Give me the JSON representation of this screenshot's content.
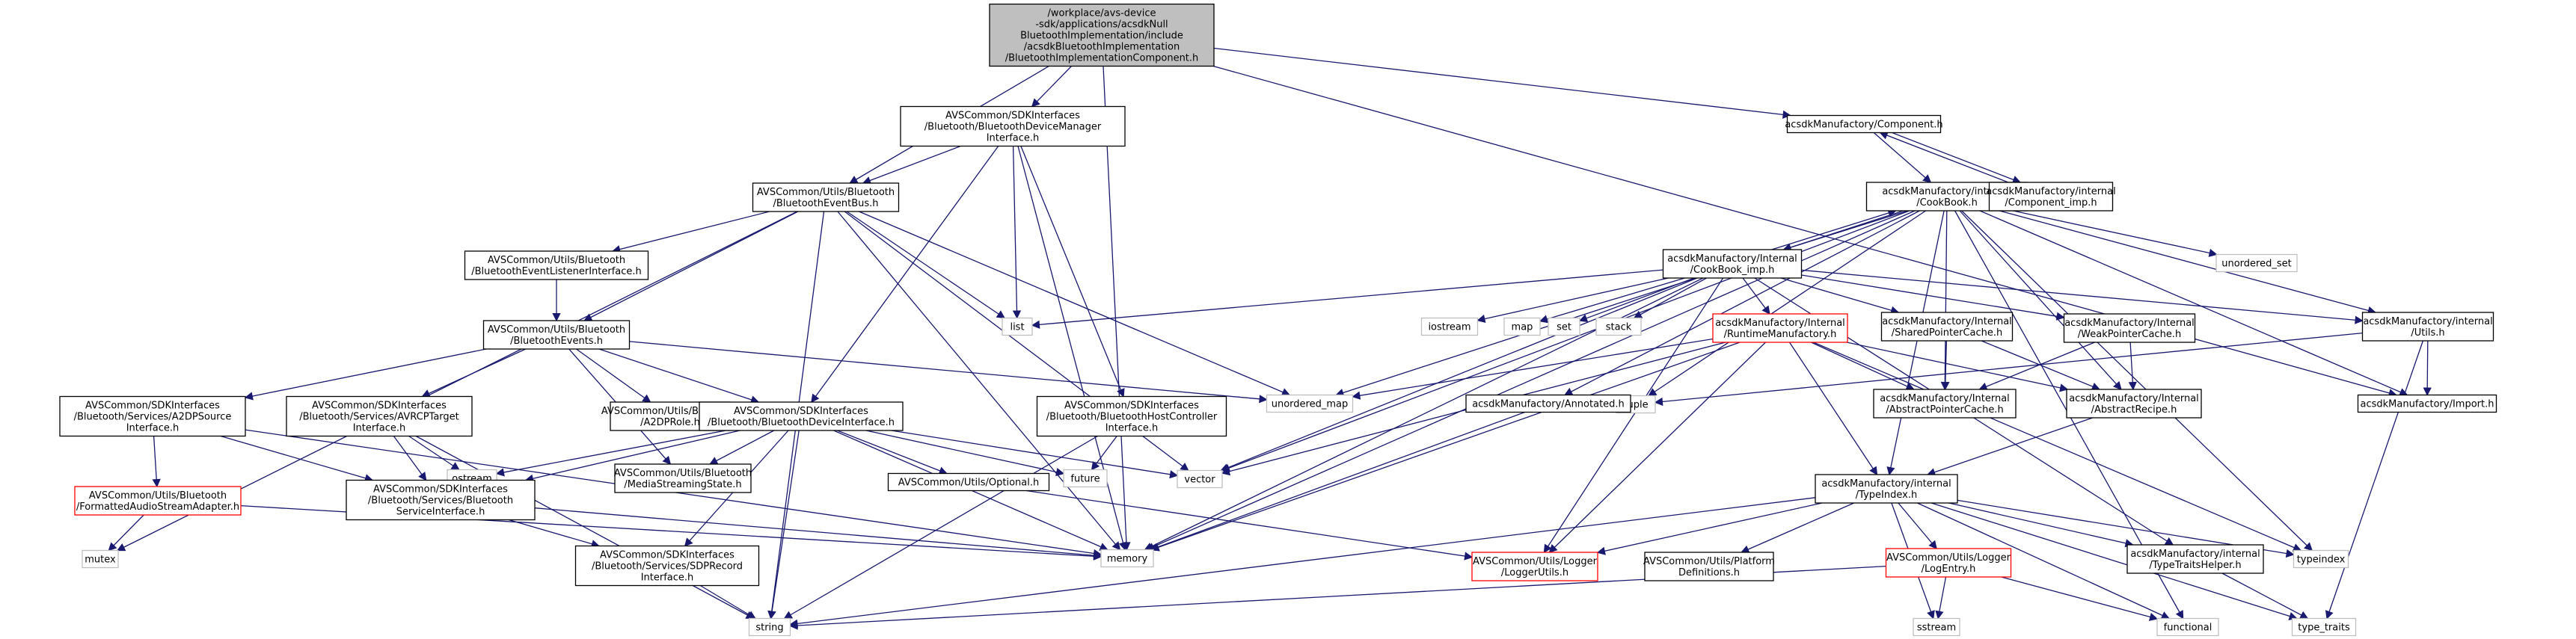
{
  "colors": {
    "root_fill": "#bfbfbf",
    "node_fill": "#ffffff",
    "node_border": "#000000",
    "missing_border": "#bfbfbf",
    "truncated_border": "#ff0000",
    "edge": "#191970"
  },
  "nodes": [
    {
      "id": "root",
      "kind": "root",
      "label": [
        "/workplace/avs-device",
        "-sdk/applications/acsdkNull",
        "BluetoothImplementation/include",
        "/acsdkBluetoothImplementation",
        "/BluetoothImplementationComponent.h"
      ]
    },
    {
      "id": "devmgr",
      "kind": "normal",
      "label": [
        "AVSCommon/SDKInterfaces",
        "/Bluetooth/BluetoothDeviceManager",
        "Interface.h"
      ]
    },
    {
      "id": "component",
      "kind": "normal",
      "label": [
        "acsdkManufactory/Component.h"
      ]
    },
    {
      "id": "eventbus",
      "kind": "normal",
      "label": [
        "AVSCommon/Utils/Bluetooth",
        "/BluetoothEventBus.h"
      ]
    },
    {
      "id": "cookbook",
      "kind": "normal",
      "label": [
        "acsdkManufactory/internal",
        "/CookBook.h"
      ]
    },
    {
      "id": "component_imp",
      "kind": "normal",
      "label": [
        "acsdkManufactory/internal",
        "/Component_imp.h"
      ]
    },
    {
      "id": "listener",
      "kind": "normal",
      "label": [
        "AVSCommon/Utils/Bluetooth",
        "/BluetoothEventListenerInterface.h"
      ]
    },
    {
      "id": "cookbook_imp",
      "kind": "normal",
      "label": [
        "acsdkManufactory/Internal",
        "/CookBook_imp.h"
      ]
    },
    {
      "id": "list",
      "kind": "missing",
      "label": [
        "list"
      ]
    },
    {
      "id": "unordered_set",
      "kind": "missing",
      "label": [
        "unordered_set"
      ]
    },
    {
      "id": "events",
      "kind": "normal",
      "label": [
        "AVSCommon/Utils/Bluetooth",
        "/BluetoothEvents.h"
      ]
    },
    {
      "id": "iostream",
      "kind": "missing",
      "label": [
        "iostream"
      ]
    },
    {
      "id": "map",
      "kind": "missing",
      "label": [
        "map"
      ]
    },
    {
      "id": "set",
      "kind": "missing",
      "label": [
        "set"
      ]
    },
    {
      "id": "stack",
      "kind": "missing",
      "label": [
        "stack"
      ]
    },
    {
      "id": "runtime",
      "kind": "truncated",
      "label": [
        "acsdkManufactory/Internal",
        "/RuntimeManufactory.h"
      ]
    },
    {
      "id": "sharedcache",
      "kind": "normal",
      "label": [
        "acsdkManufactory/Internal",
        "/SharedPointerCache.h"
      ]
    },
    {
      "id": "weakcache",
      "kind": "normal",
      "label": [
        "acsdkManufactory/Internal",
        "/WeakPointerCache.h"
      ]
    },
    {
      "id": "utils",
      "kind": "normal",
      "label": [
        "acsdkManufactory/internal",
        "/Utils.h"
      ]
    },
    {
      "id": "a2dpsource",
      "kind": "normal",
      "label": [
        "AVSCommon/SDKInterfaces",
        "/Bluetooth/Services/A2DPSource",
        "Interface.h"
      ]
    },
    {
      "id": "avrcp",
      "kind": "normal",
      "label": [
        "AVSCommon/SDKInterfaces",
        "/Bluetooth/Services/AVRCPTarget",
        "Interface.h"
      ]
    },
    {
      "id": "a2dprole",
      "kind": "normal",
      "label": [
        "AVSCommon/Utils/Bluetooth",
        "/A2DPRole.h"
      ]
    },
    {
      "id": "devintf",
      "kind": "normal",
      "label": [
        "AVSCommon/SDKInterfaces",
        "/Bluetooth/BluetoothDeviceInterface.h"
      ]
    },
    {
      "id": "hostctrl",
      "kind": "normal",
      "label": [
        "AVSCommon/SDKInterfaces",
        "/Bluetooth/BluetoothHostController",
        "Interface.h"
      ]
    },
    {
      "id": "unordered_map",
      "kind": "missing",
      "label": [
        "unordered_map"
      ]
    },
    {
      "id": "tuple",
      "kind": "missing",
      "label": [
        "tuple"
      ]
    },
    {
      "id": "annotated",
      "kind": "normal",
      "label": [
        "acsdkManufactory/Annotated.h"
      ]
    },
    {
      "id": "abscache",
      "kind": "normal",
      "label": [
        "acsdkManufactory/Internal",
        "/AbstractPointerCache.h"
      ]
    },
    {
      "id": "absrecipe",
      "kind": "normal",
      "label": [
        "acsdkManufactory/Internal",
        "/AbstractRecipe.h"
      ]
    },
    {
      "id": "import",
      "kind": "normal",
      "label": [
        "acsdkManufactory/Import.h"
      ]
    },
    {
      "id": "fmtadapter",
      "kind": "truncated",
      "label": [
        "AVSCommon/Utils/Bluetooth",
        "/FormattedAudioStreamAdapter.h"
      ]
    },
    {
      "id": "ostream",
      "kind": "missing",
      "label": [
        "ostream"
      ]
    },
    {
      "id": "btservice",
      "kind": "normal",
      "label": [
        "AVSCommon/SDKInterfaces",
        "/Bluetooth/Services/Bluetooth",
        "ServiceInterface.h"
      ]
    },
    {
      "id": "mediastate",
      "kind": "normal",
      "label": [
        "AVSCommon/Utils/Bluetooth",
        "/MediaStreamingState.h"
      ]
    },
    {
      "id": "optional",
      "kind": "normal",
      "label": [
        "AVSCommon/Utils/Optional.h"
      ]
    },
    {
      "id": "future",
      "kind": "missing",
      "label": [
        "future"
      ]
    },
    {
      "id": "vector",
      "kind": "missing",
      "label": [
        "vector"
      ]
    },
    {
      "id": "typeindex_h",
      "kind": "normal",
      "label": [
        "acsdkManufactory/internal",
        "/TypeIndex.h"
      ]
    },
    {
      "id": "mutex",
      "kind": "missing",
      "label": [
        "mutex"
      ]
    },
    {
      "id": "memory",
      "kind": "missing",
      "label": [
        "memory"
      ]
    },
    {
      "id": "sdprecord",
      "kind": "normal",
      "label": [
        "AVSCommon/SDKInterfaces",
        "/Bluetooth/Services/SDPRecord",
        "Interface.h"
      ]
    },
    {
      "id": "loggerutils",
      "kind": "truncated",
      "label": [
        "AVSCommon/Utils/Logger",
        "/LoggerUtils.h"
      ]
    },
    {
      "id": "platformdefs",
      "kind": "normal",
      "label": [
        "AVSCommon/Utils/Platform",
        "Definitions.h"
      ]
    },
    {
      "id": "logentry",
      "kind": "truncated",
      "label": [
        "AVSCommon/Utils/Logger",
        "/LogEntry.h"
      ]
    },
    {
      "id": "typetraitshelper",
      "kind": "normal",
      "label": [
        "acsdkManufactory/internal",
        "/TypeTraitsHelper.h"
      ]
    },
    {
      "id": "typeindex",
      "kind": "missing",
      "label": [
        "typeindex"
      ]
    },
    {
      "id": "string",
      "kind": "missing",
      "label": [
        "string"
      ]
    },
    {
      "id": "sstream",
      "kind": "missing",
      "label": [
        "sstream"
      ]
    },
    {
      "id": "functional",
      "kind": "missing",
      "label": [
        "functional"
      ]
    },
    {
      "id": "type_traits",
      "kind": "missing",
      "label": [
        "type_traits"
      ]
    }
  ],
  "edges": [
    [
      "root",
      "devmgr"
    ],
    [
      "root",
      "eventbus"
    ],
    [
      "root",
      "component"
    ],
    [
      "root",
      "memory"
    ],
    [
      "root",
      "import"
    ],
    [
      "devmgr",
      "eventbus"
    ],
    [
      "devmgr",
      "list"
    ],
    [
      "devmgr",
      "devintf"
    ],
    [
      "devmgr",
      "hostctrl"
    ],
    [
      "devmgr",
      "memory"
    ],
    [
      "component",
      "cookbook"
    ],
    [
      "component",
      "component_imp"
    ],
    [
      "component_imp",
      "component"
    ],
    [
      "component_imp",
      "cookbook"
    ],
    [
      "eventbus",
      "listener"
    ],
    [
      "eventbus",
      "events"
    ],
    [
      "eventbus",
      "list"
    ],
    [
      "eventbus",
      "unordered_map"
    ],
    [
      "eventbus",
      "vector"
    ],
    [
      "eventbus",
      "memory"
    ],
    [
      "eventbus",
      "mutex"
    ],
    [
      "eventbus",
      "string"
    ],
    [
      "listener",
      "events"
    ],
    [
      "cookbook",
      "cookbook_imp"
    ],
    [
      "cookbook_imp",
      "cookbook"
    ],
    [
      "cookbook",
      "unordered_set"
    ],
    [
      "cookbook",
      "unordered_map"
    ],
    [
      "cookbook",
      "tuple"
    ],
    [
      "cookbook",
      "utils"
    ],
    [
      "cookbook",
      "abscache"
    ],
    [
      "cookbook",
      "absrecipe"
    ],
    [
      "cookbook",
      "typeindex_h"
    ],
    [
      "cookbook",
      "typeindex"
    ],
    [
      "cookbook",
      "memory"
    ],
    [
      "cookbook",
      "vector"
    ],
    [
      "cookbook",
      "functional"
    ],
    [
      "cookbook",
      "annotated"
    ],
    [
      "cookbook",
      "import"
    ],
    [
      "cookbook_imp",
      "list"
    ],
    [
      "cookbook_imp",
      "iostream"
    ],
    [
      "cookbook_imp",
      "map"
    ],
    [
      "cookbook_imp",
      "set"
    ],
    [
      "cookbook_imp",
      "stack"
    ],
    [
      "cookbook_imp",
      "runtime"
    ],
    [
      "cookbook_imp",
      "sharedcache"
    ],
    [
      "cookbook_imp",
      "weakcache"
    ],
    [
      "cookbook_imp",
      "utils"
    ],
    [
      "cookbook_imp",
      "loggerutils"
    ],
    [
      "cookbook_imp",
      "typetraitshelper"
    ],
    [
      "cookbook_imp",
      "memory"
    ],
    [
      "cookbook_imp",
      "vector"
    ],
    [
      "runtime",
      "unordered_map"
    ],
    [
      "runtime",
      "abscache"
    ],
    [
      "runtime",
      "absrecipe"
    ],
    [
      "runtime",
      "typeindex_h"
    ],
    [
      "runtime",
      "typeindex"
    ],
    [
      "runtime",
      "loggerutils"
    ],
    [
      "runtime",
      "memory"
    ],
    [
      "runtime",
      "vector"
    ],
    [
      "sharedcache",
      "abscache"
    ],
    [
      "sharedcache",
      "absrecipe"
    ],
    [
      "weakcache",
      "abscache"
    ],
    [
      "weakcache",
      "absrecipe"
    ],
    [
      "utils",
      "import"
    ],
    [
      "utils",
      "tuple"
    ],
    [
      "utils",
      "type_traits"
    ],
    [
      "events",
      "a2dpsource"
    ],
    [
      "events",
      "avrcp"
    ],
    [
      "events",
      "a2dprole"
    ],
    [
      "events",
      "devintf"
    ],
    [
      "events",
      "mediastate"
    ],
    [
      "events",
      "unordered_map"
    ],
    [
      "a2dpsource",
      "fmtadapter"
    ],
    [
      "a2dpsource",
      "btservice"
    ],
    [
      "a2dpsource",
      "memory"
    ],
    [
      "avrcp",
      "btservice"
    ],
    [
      "avrcp",
      "ostream"
    ],
    [
      "avrcp",
      "string"
    ],
    [
      "devintf",
      "btservice"
    ],
    [
      "devintf",
      "mediastate"
    ],
    [
      "devintf",
      "optional"
    ],
    [
      "devintf",
      "sdprecord"
    ],
    [
      "devintf",
      "future"
    ],
    [
      "devintf",
      "vector"
    ],
    [
      "devintf",
      "ostream"
    ],
    [
      "devintf",
      "memory"
    ],
    [
      "devintf",
      "string"
    ],
    [
      "hostctrl",
      "future"
    ],
    [
      "hostctrl",
      "string"
    ],
    [
      "annotated",
      "memory"
    ],
    [
      "absrecipe",
      "typeindex_h"
    ],
    [
      "fmtadapter",
      "mutex"
    ],
    [
      "fmtadapter",
      "memory"
    ],
    [
      "btservice",
      "sdprecord"
    ],
    [
      "btservice",
      "memory"
    ],
    [
      "optional",
      "loggerutils"
    ],
    [
      "sdprecord",
      "string"
    ],
    [
      "typeindex_h",
      "loggerutils"
    ],
    [
      "typeindex_h",
      "platformdefs"
    ],
    [
      "typeindex_h",
      "logentry"
    ],
    [
      "typeindex_h",
      "typetraitshelper"
    ],
    [
      "typeindex_h",
      "typeindex"
    ],
    [
      "typeindex_h",
      "string"
    ],
    [
      "typeindex_h",
      "sstream"
    ],
    [
      "typeindex_h",
      "functional"
    ],
    [
      "typeindex_h",
      "type_traits"
    ],
    [
      "logentry",
      "sstream"
    ],
    [
      "logentry",
      "string"
    ],
    [
      "logentry",
      "functional"
    ],
    [
      "typetraitshelper",
      "type_traits"
    ]
  ]
}
